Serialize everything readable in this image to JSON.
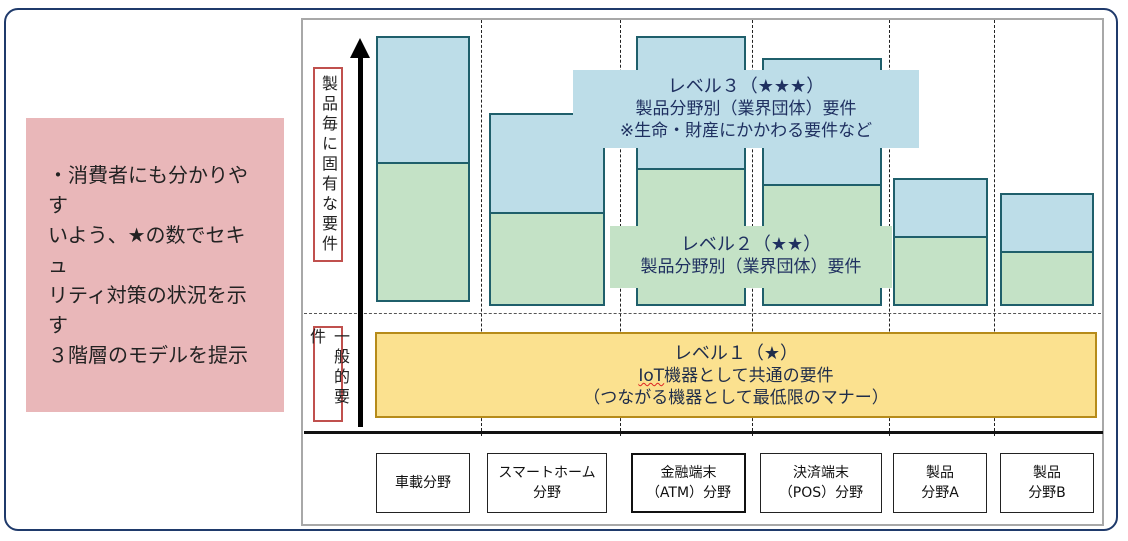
{
  "summary": {
    "text": "・消費者にも分かりやす\nいよう、★の数でセキュ\nリティ対策の状況を示す\n３階層のモデルを提示"
  },
  "axis": {
    "upper_label": "製品毎に固有な要件",
    "lower_label": "一般的要件"
  },
  "levels": {
    "level3": {
      "title": "レベル３（★★★）",
      "line2": "製品分野別（業界団体）要件",
      "line3": "※生命・財産にかかわる要件など"
    },
    "level2": {
      "title": "レベル２（★★）",
      "line2": "製品分野別（業界団体）要件"
    },
    "level1": {
      "title": "レベル１（★）",
      "line2_prefix": "IoT",
      "line2_rest": "機器として共通の要件",
      "line3": "（つながる機器として最低限のマナー）"
    }
  },
  "categories": [
    {
      "label": "車載分野"
    },
    {
      "label": "スマートホーム\n分野"
    },
    {
      "label": "金融端末\n（ATM）分野"
    },
    {
      "label": "決済端末\n（POS）分野"
    },
    {
      "label": "製品\n分野A"
    },
    {
      "label": "製品\n分野B"
    }
  ],
  "colors": {
    "level3_fill": "#bddde8",
    "level2_fill": "#c4e2c6",
    "level1_fill": "#fbe18f",
    "summary_fill": "#e9b7b9",
    "frame": "#1f3a6b"
  }
}
